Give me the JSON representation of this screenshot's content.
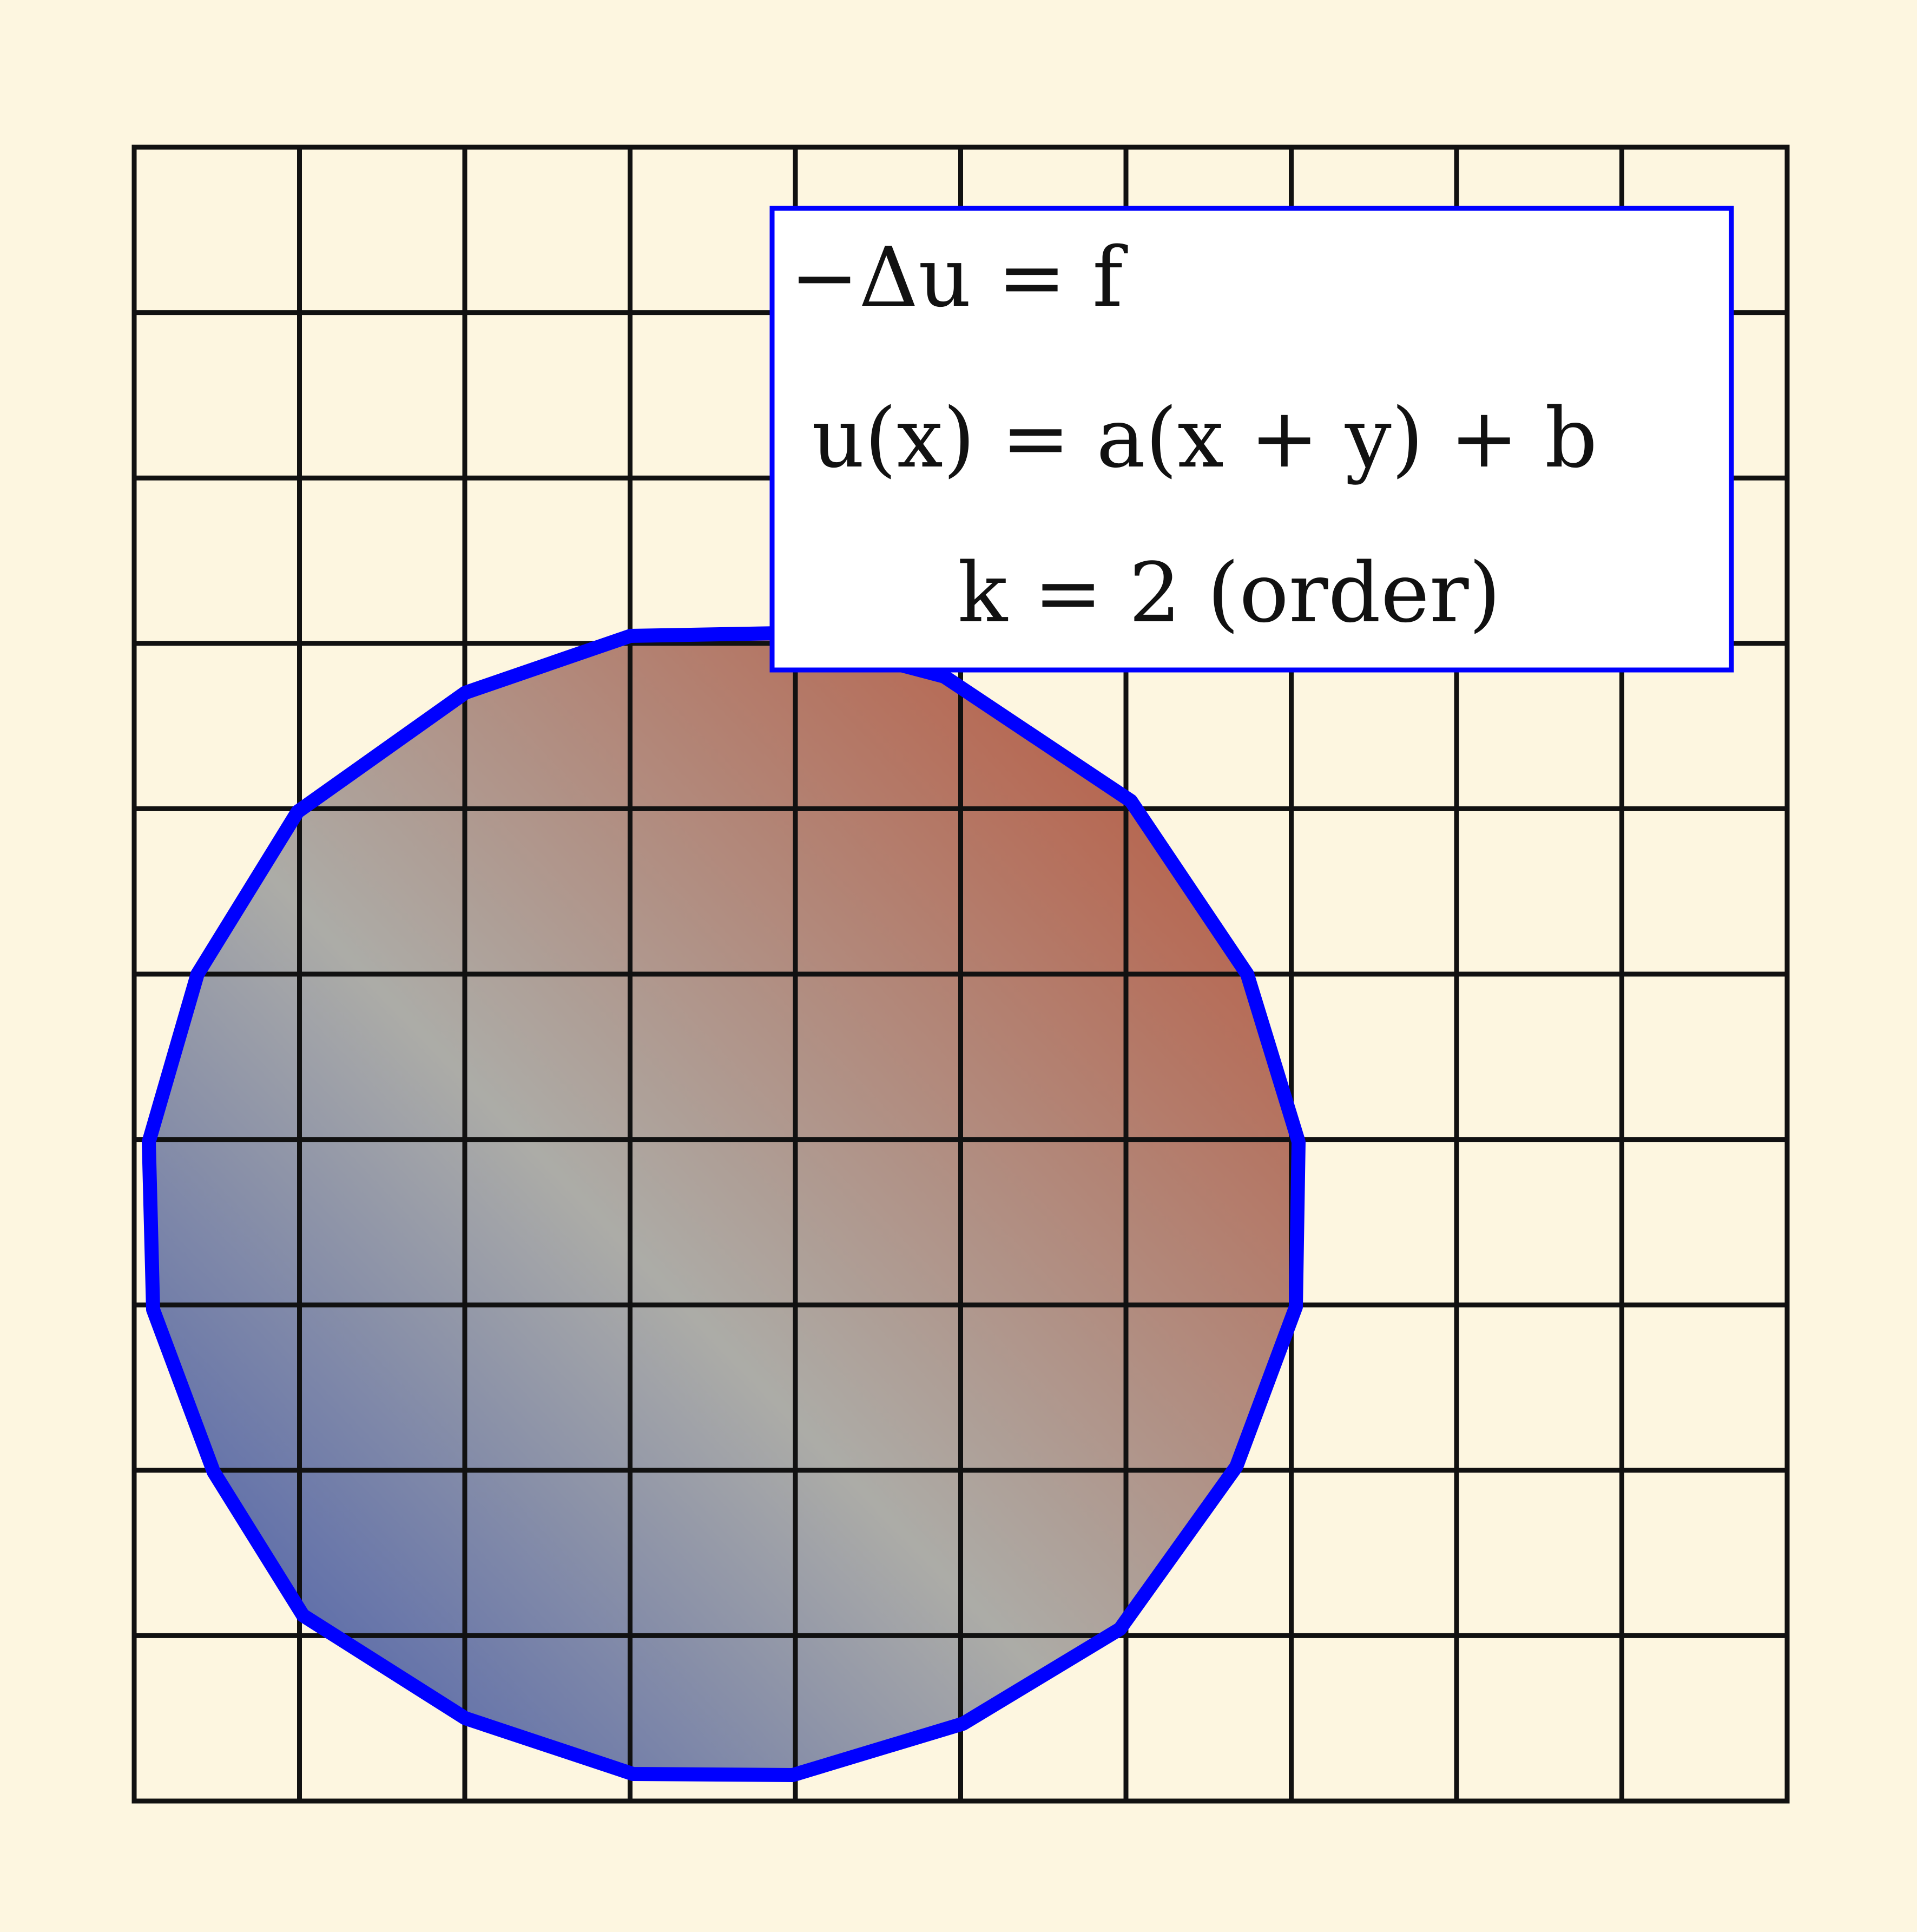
{
  "diagram": {
    "background_color": "#fdf6e0",
    "grid": {
      "rows": 10,
      "cols": 10,
      "line_color": "#111111"
    },
    "domain": {
      "shape": "polygon",
      "outline_color": "#0000ff",
      "gradient_low_color": "#3f55a8",
      "gradient_mid_color": "#a8a8a4",
      "gradient_high_color": "#b5533a"
    },
    "equation_box": {
      "border_color": "#0000ff",
      "fill_color": "#ffffff",
      "lines": [
        "−Δu = f",
        "u(x) = a(x + y) + b",
        "k = 2 (order)"
      ]
    }
  }
}
